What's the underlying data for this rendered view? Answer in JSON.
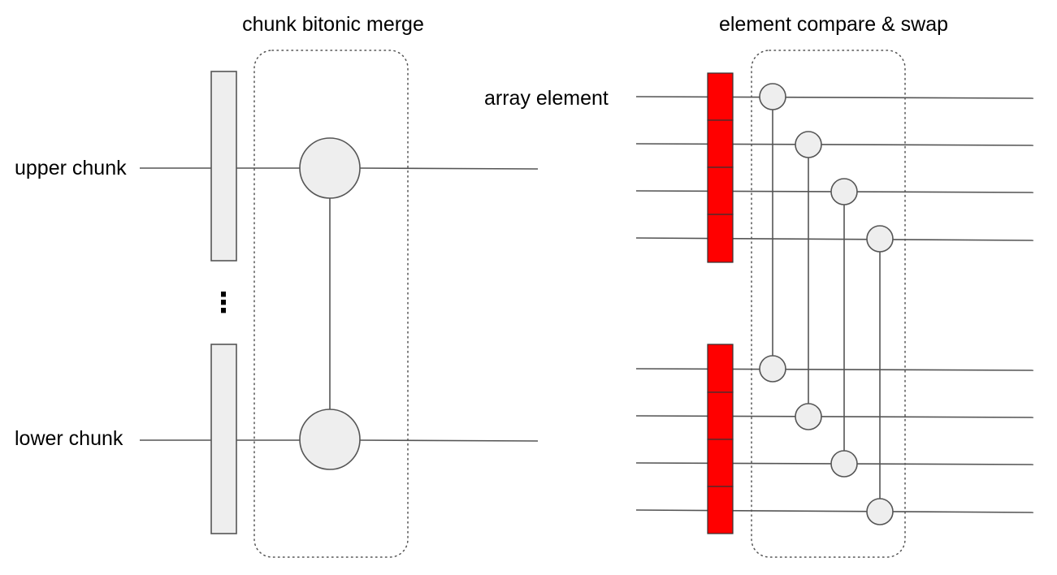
{
  "colors": {
    "chunk_fill": "#eeeeee",
    "node_fill": "#eeeeee",
    "element_fill": "#ff0000",
    "wire": "#555555",
    "group_border": "#555555"
  },
  "left_panel": {
    "title": "chunk bitonic merge",
    "upper_label": "upper chunk",
    "lower_label": "lower chunk",
    "ellipsis": "⋮"
  },
  "right_panel": {
    "title": "element compare & swap",
    "element_label": "array element",
    "elements_per_chunk": 4
  }
}
